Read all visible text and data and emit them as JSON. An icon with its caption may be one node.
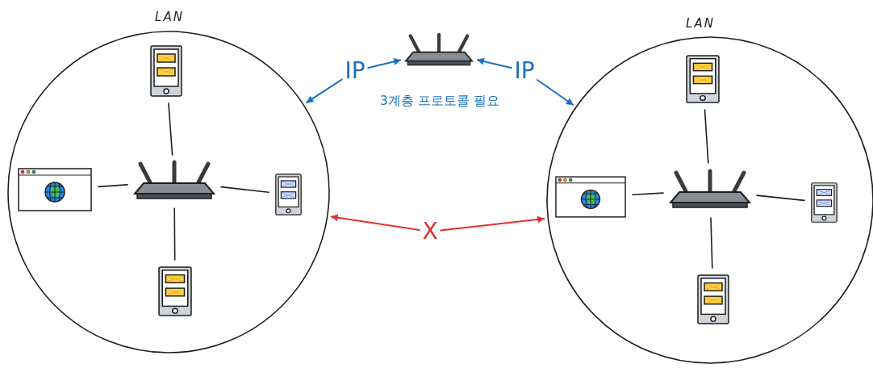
{
  "diagram": {
    "nodes": [
      {
        "text": [
          "LAN"
        ]
      },
      {
        "text": [],
        "shape": "picture",
        "in": 0
      },
      {
        "text": [],
        "shape": "picture",
        "in": 0
      },
      {
        "text": [],
        "shape": "picture",
        "in": 0
      },
      {
        "text": [],
        "shape": "picture",
        "in": 0
      },
      {
        "text": [],
        "shape": "picture",
        "in": 0
      },
      {
        "text": [],
        "shape": "picture",
        "beside": [
          "3계층 프로토콜 필요"
        ]
      },
      {
        "text": [
          "LAN"
        ]
      },
      {
        "text": [],
        "shape": "picture",
        "in": 7
      },
      {
        "text": [],
        "shape": "picture",
        "in": 7
      },
      {
        "text": [],
        "shape": "picture",
        "in": 7
      },
      {
        "text": [],
        "shape": "picture",
        "in": 7
      },
      {
        "text": [],
        "shape": "picture",
        "in": 7
      }
    ],
    "edges": [
      {
        "from": 1,
        "to": 2,
        "arrow": "none"
      },
      {
        "from": 1,
        "to": 3,
        "arrow": "none"
      },
      {
        "from": 1,
        "to": 4,
        "arrow": "none"
      },
      {
        "from": 1,
        "to": 5,
        "arrow": "none"
      },
      {
        "from": 8,
        "to": 9,
        "arrow": "none"
      },
      {
        "from": 8,
        "to": 10,
        "arrow": "none"
      },
      {
        "from": 8,
        "to": 11,
        "arrow": "none"
      },
      {
        "from": 8,
        "to": 12,
        "arrow": "none"
      },
      {
        "from": 0,
        "to": 6,
        "arrow": "both",
        "label": "IP",
        "color": "#1971c2"
      },
      {
        "from": 6,
        "to": 7,
        "arrow": "both",
        "label": "IP",
        "color": "#1971c2"
      },
      {
        "from": 0,
        "to": 7,
        "arrow": "both",
        "label": "X",
        "color": "#e03131"
      }
    ]
  }
}
